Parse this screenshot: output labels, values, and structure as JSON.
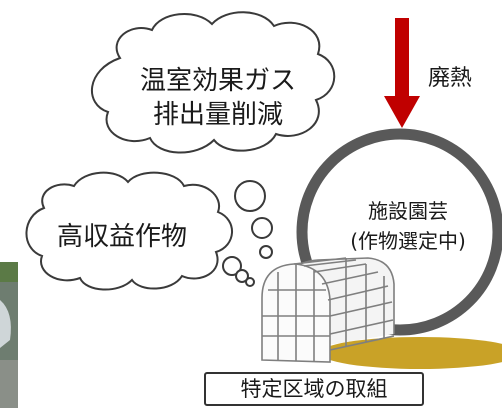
{
  "diagram": {
    "cloud_ghg": {
      "line1": "温室効果ガス",
      "line2": "排出量削減"
    },
    "cloud_crop": {
      "label": "高収益作物"
    },
    "waste_heat": {
      "label": "廃熱"
    },
    "center": {
      "line1": "施設園芸",
      "line2": "(作物選定中)"
    },
    "caption": {
      "label": "特定区域の取組"
    },
    "colors": {
      "arrow": "#c00000",
      "ring": "#595959",
      "ground": "#c9a227",
      "cloud_outline": "#3a3a3a",
      "greenhouse": "#7f7f7f"
    }
  }
}
